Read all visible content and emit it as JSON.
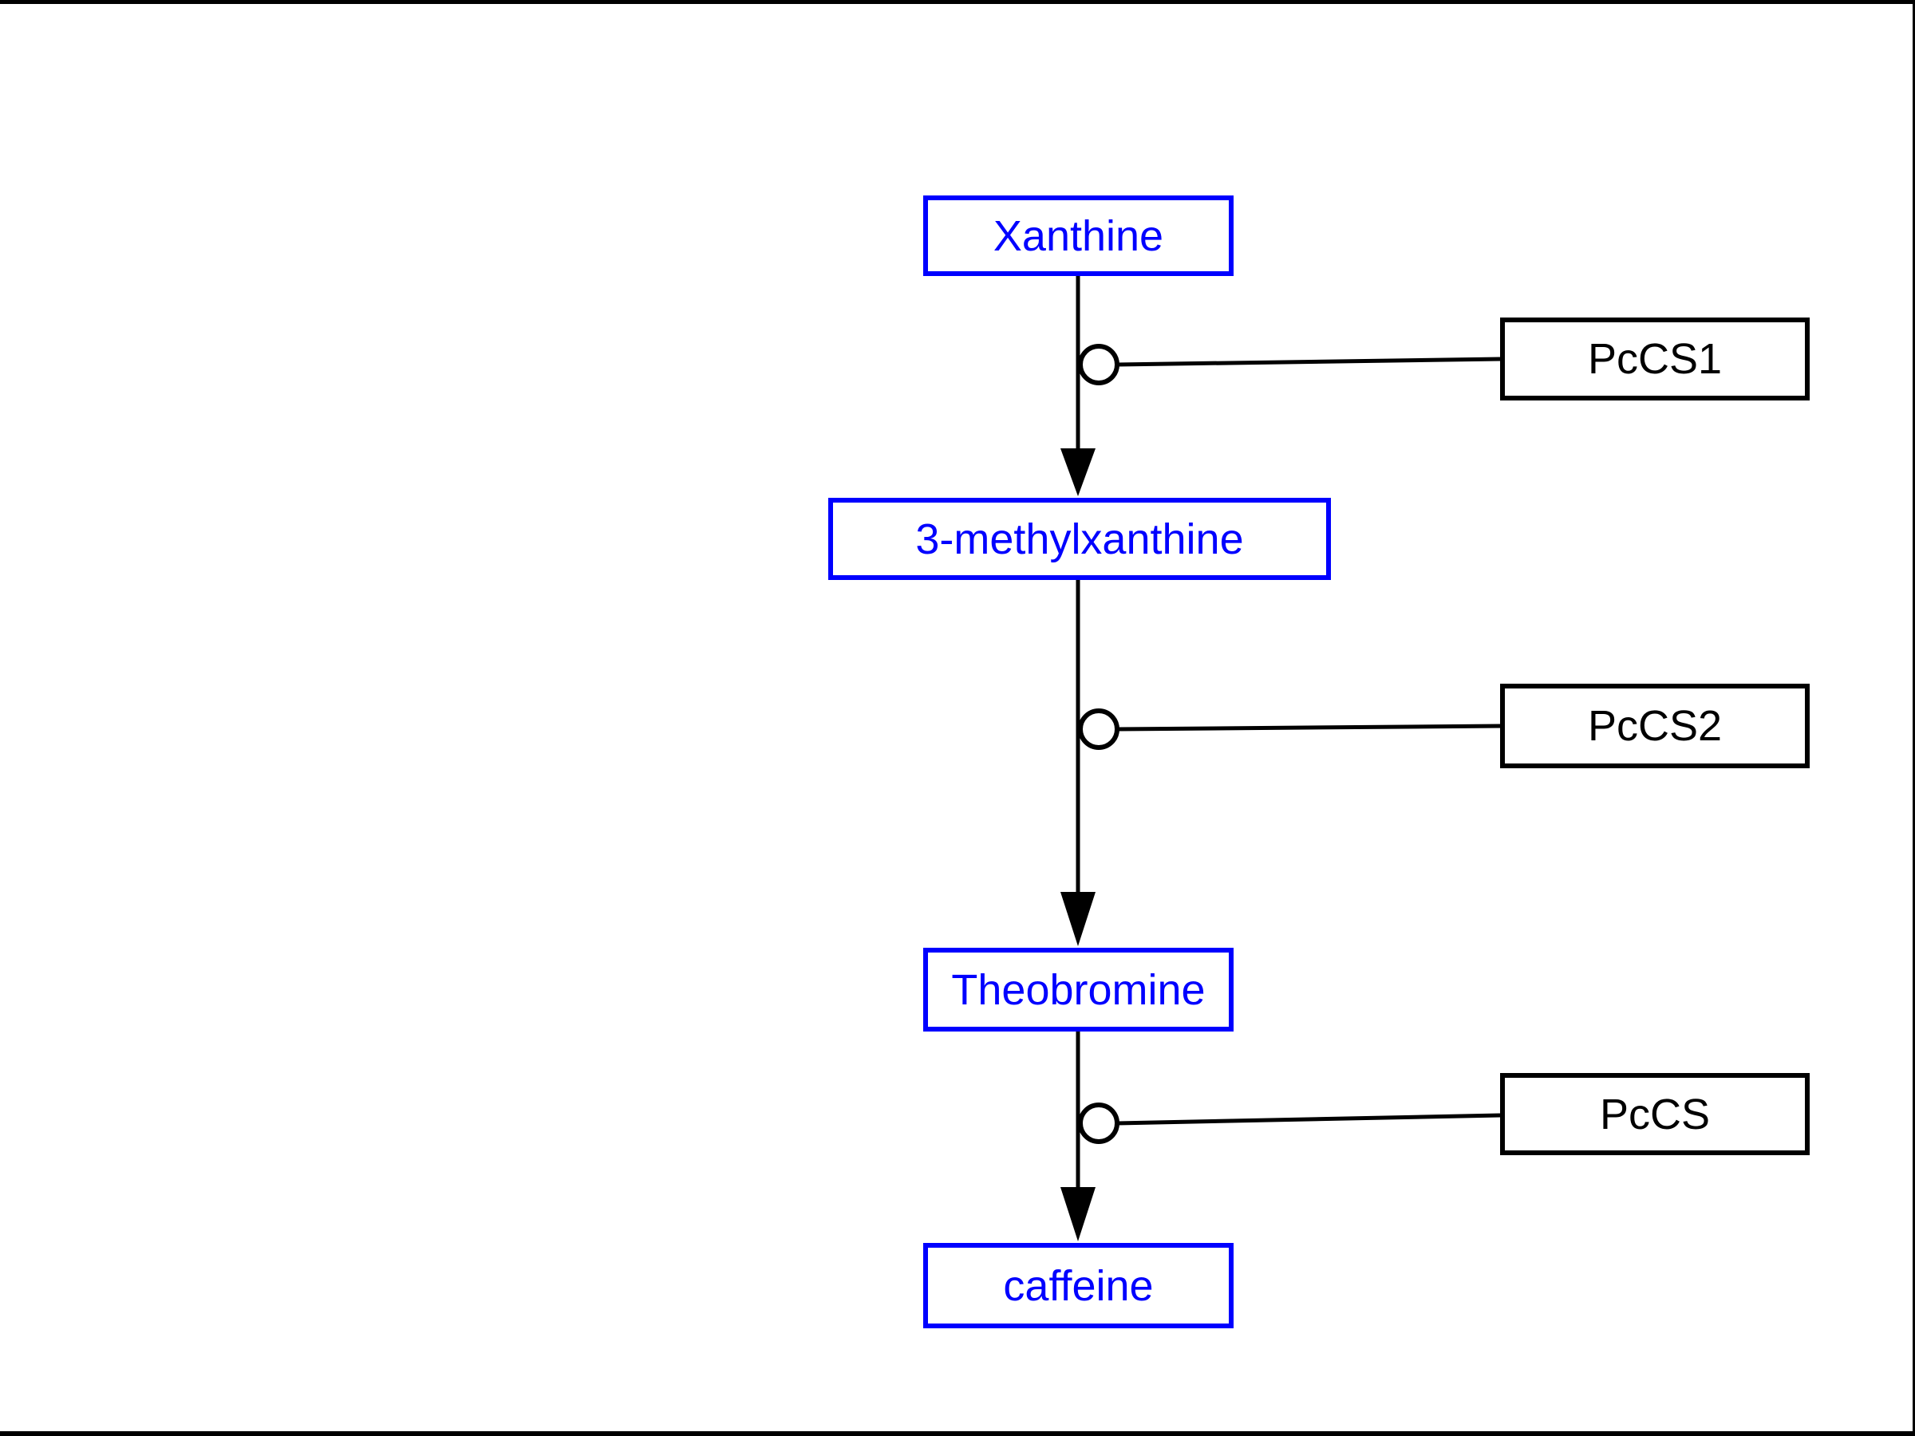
{
  "diagram": {
    "metabolites": [
      {
        "label": "Xanthine"
      },
      {
        "label": "3-methylxanthine"
      },
      {
        "label": "Theobromine"
      },
      {
        "label": "caffeine"
      }
    ],
    "enzymes": [
      {
        "label": "PcCS1"
      },
      {
        "label": "PcCS2"
      },
      {
        "label": "PcCS"
      }
    ],
    "colors": {
      "metabolite": "#0000ff",
      "enzyme": "#000000",
      "line": "#000000",
      "background": "#ffffff"
    }
  }
}
